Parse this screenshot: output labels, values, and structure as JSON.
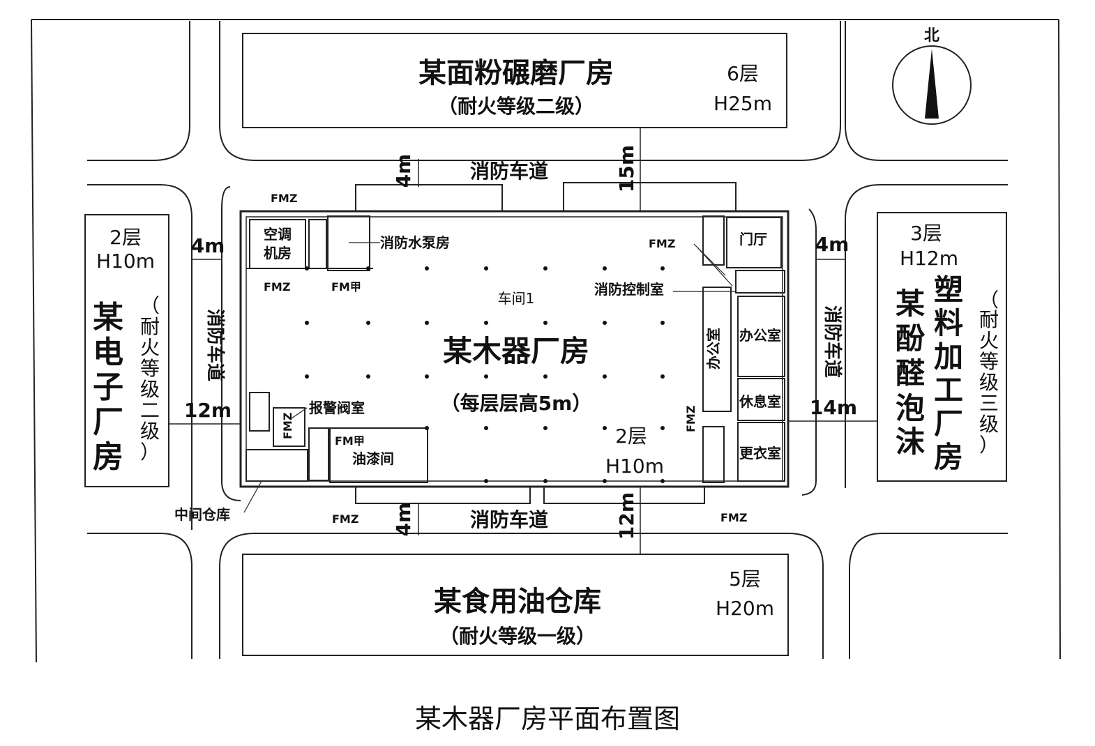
{
  "compass": {
    "label": "北"
  },
  "buildings": {
    "north": {
      "name": "某面粉碾磨厂房",
      "fire_rating": "（耐火等级二级）",
      "floors": "6层",
      "height": "H25m"
    },
    "south": {
      "name": "某食用油仓库",
      "fire_rating": "（耐火等级一级）",
      "floors": "5层",
      "height": "H20m"
    },
    "west": {
      "name_chars": [
        "某",
        "电",
        "子",
        "厂",
        "房"
      ],
      "fire_rating_chars": [
        "（",
        "耐",
        "火",
        "等",
        "级",
        "二",
        "级",
        "）"
      ],
      "floors": "2层",
      "height": "H10m"
    },
    "east": {
      "name_col1": [
        "某",
        "酚",
        "醛",
        "泡",
        "沫"
      ],
      "name_col2": [
        "塑",
        "料",
        "加",
        "工",
        "厂",
        "房"
      ],
      "fire_rating_chars": [
        "（",
        "耐",
        "火",
        "等",
        "级",
        "三",
        "级",
        "）"
      ],
      "floors": "3层",
      "height": "H12m"
    }
  },
  "main_building": {
    "name": "某木器厂房",
    "floor_height": "（每层层高5m）",
    "floors": "2层",
    "height": "H10m",
    "workshop": "车间1"
  },
  "rooms": {
    "ac_room_line1": "空调",
    "ac_room_line2": "机房",
    "pump_room": "消防水泵房",
    "lobby": "门厅",
    "fire_control": "消防控制室",
    "office_east": "办公室",
    "office_vertical": "办公室",
    "rest_room": "休息室",
    "locker_room": "更衣室",
    "alarm_valve": "报警阀室",
    "paint_room": "油漆间",
    "middle_warehouse": "中间仓库"
  },
  "doors": {
    "fmz_top_left": "FMZ",
    "fmz_ac": "FMZ",
    "fm_jia_pump": "FM甲",
    "fmz_top_right": "FMZ",
    "fmz_alarm": "FMZ",
    "fm_jia_paint": "FM甲",
    "fmz_east_vertical": "FMZ",
    "fmz_bottom_left": "FMZ",
    "fmz_bottom_right": "FMZ"
  },
  "roads": {
    "north": "消防车道",
    "south": "消防车道",
    "west": "消防车道",
    "east": "消防车道"
  },
  "dimensions": {
    "north_road_width": "4m",
    "north_gap": "15m",
    "south_road_width": "4m",
    "south_gap": "12m",
    "west_road_width": "4m",
    "west_gap": "12m",
    "east_road_width": "4m",
    "east_gap": "14m"
  },
  "caption": "某木器厂房平面布置图"
}
